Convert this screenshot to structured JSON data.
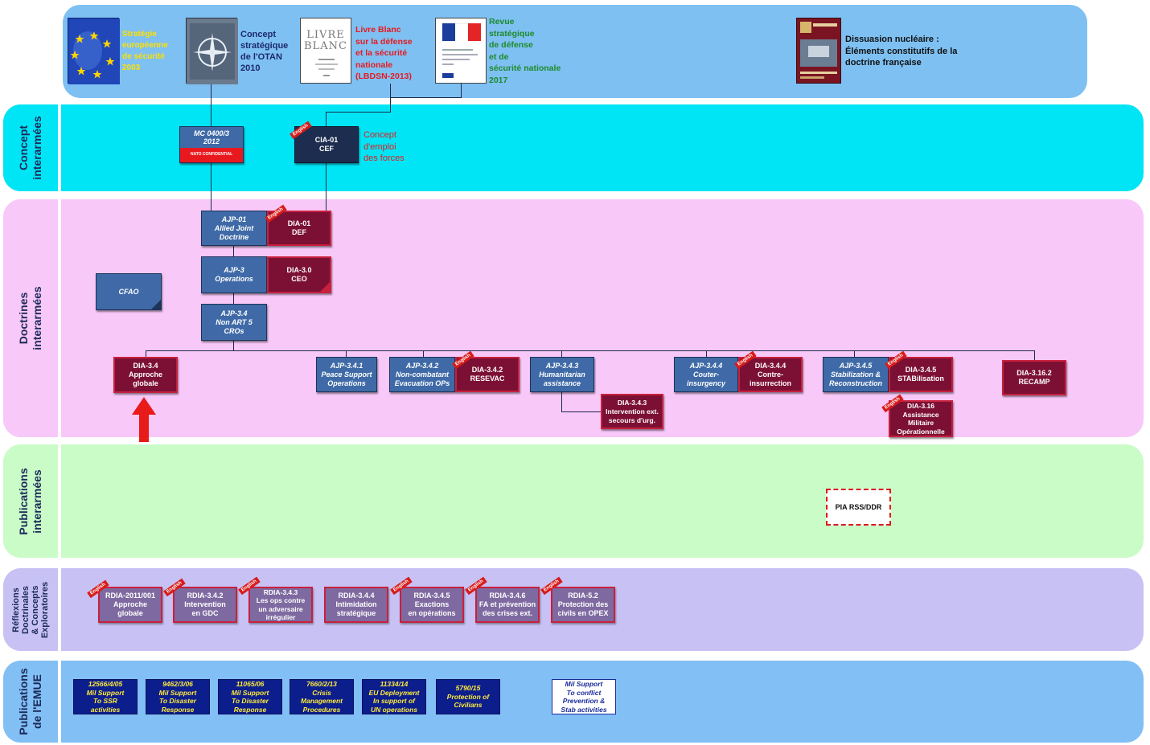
{
  "rows": {
    "concept": [
      "Concept",
      "interarmées"
    ],
    "doctrines": [
      "Doctrines",
      "interarmées"
    ],
    "publications": [
      "Publications",
      "interarmées"
    ],
    "reflexions": [
      "Réflexions",
      "Doctrinales",
      "& Concepts",
      "Exploratoires"
    ],
    "emue": [
      "Publications",
      "de l'EMUE"
    ]
  },
  "top_docs": {
    "eu": {
      "lines": [
        "Stratégie",
        "européenne",
        "de sécurité",
        "2003"
      ]
    },
    "otan": {
      "lines": [
        "Concept",
        "stratégique",
        "de l'OTAN",
        "2010"
      ]
    },
    "livre": {
      "lines": [
        "Livre Blanc",
        "sur la défense",
        "et la sécurité",
        "nationale",
        "(LBDSN-2013)"
      ],
      "cover": [
        "LIVRE",
        "BLANC"
      ]
    },
    "revue": {
      "lines": [
        "Revue",
        "stratégique",
        "de défense",
        "et de",
        "sécurité nationale",
        "2017"
      ]
    },
    "dissuasion": {
      "lines": [
        "Dissuasion nucléaire :",
        "Éléments constitutifs de la",
        "doctrine française"
      ]
    }
  },
  "concept_nodes": {
    "mc": {
      "lines": [
        "MC 0400/3",
        "2012"
      ],
      "sub": "NATO CONFIDENTIAL"
    },
    "cia": {
      "lines": [
        "CIA-01",
        "CEF"
      ],
      "tag": "English"
    },
    "cia_caption": [
      "Concept",
      "d'emploi",
      "des forces"
    ]
  },
  "doctrine_nodes": {
    "ajp01": [
      "AJP-01",
      "Allied Joint",
      "Doctrine"
    ],
    "dia01": {
      "lines": [
        "DIA-01",
        "DEF"
      ],
      "tag": "English"
    },
    "ajp3": [
      "AJP-3",
      "Operations"
    ],
    "dia30": [
      "DIA-3.0",
      "CEO"
    ],
    "cfao": [
      "CFAO"
    ],
    "ajp34": [
      "AJP-3.4",
      "Non ART 5",
      "CROs"
    ],
    "dia34": [
      "DIA-3.4",
      "Approche",
      "globale"
    ],
    "ajp341": [
      "AJP-3.4.1",
      "Peace Support",
      "Operations"
    ],
    "ajp342": [
      "AJP-3.4.2",
      "Non-combatant",
      "Evacuation OPs"
    ],
    "dia342": {
      "lines": [
        "DIA-3.4.2",
        "RESEVAC"
      ],
      "tag": "English"
    },
    "ajp343": [
      "AJP-3.4.3",
      "Humanitarian",
      "assistance"
    ],
    "dia343": [
      "DIA-3.4.3",
      "Intervention ext.",
      "secours d'urg."
    ],
    "ajp344": [
      "AJP-3.4.4",
      "Couter-",
      "insurgency"
    ],
    "dia344": {
      "lines": [
        "DIA-3.4.4",
        "Contre-",
        "insurrection"
      ],
      "tag": "English"
    },
    "ajp345": [
      "AJP-3.4.5",
      "Stabilization &",
      "Reconstruction"
    ],
    "dia345": {
      "lines": [
        "DIA-3.4.5",
        "STABilisation"
      ],
      "tag": "English"
    },
    "dia316": {
      "lines": [
        "DIA-3.16",
        "Assistance",
        "Militaire",
        "Opérationnelle"
      ],
      "tag": "English"
    },
    "dia3162": [
      "DIA-3.16.2",
      "RECAMP"
    ]
  },
  "publication_nodes": {
    "pia": [
      "PIA RSS/DDR"
    ]
  },
  "reflexion_nodes": [
    {
      "lines": [
        "RDIA-2011/001",
        "Approche",
        "globale"
      ],
      "tag": "English"
    },
    {
      "lines": [
        "RDIA-3.4.2",
        "Intervention",
        "en GDC"
      ],
      "tag": "English"
    },
    {
      "lines": [
        "RDIA-3.4.3",
        "Les ops contre",
        "un adversaire",
        "irrégulier"
      ],
      "tag": "English"
    },
    {
      "lines": [
        "RDIA-3.4.4",
        "Intimidation",
        "stratégique"
      ],
      "tag": ""
    },
    {
      "lines": [
        "RDIA-3.4.5",
        "Exactions",
        "en opérations"
      ],
      "tag": "English"
    },
    {
      "lines": [
        "RDIA-3.4.6",
        "FA et prévention",
        "des crises ext."
      ],
      "tag": "English"
    },
    {
      "lines": [
        "RDIA-5.2",
        "Protection des",
        "civils en OPEX"
      ],
      "tag": "English"
    }
  ],
  "emue_nodes": [
    [
      "12566/4/05",
      "Mil Support",
      "To SSR",
      "activities"
    ],
    [
      "9462/3/06",
      "Mil Support",
      "To Disaster",
      "Response"
    ],
    [
      "11065/06",
      "Mil Support",
      "To Disaster",
      "Response"
    ],
    [
      "7660/2/13",
      "Crisis",
      "Management",
      "Procedures"
    ],
    [
      "11334/14",
      "EU Deployment",
      "In support of",
      "UN operations"
    ],
    [
      "5790/15",
      "Protection of",
      "Civilians"
    ],
    [
      "Mil Support",
      "To conflict",
      "Prevention &",
      "Stab activities"
    ]
  ],
  "colors": {
    "top_band": "#7ec0f2",
    "concept_band": "#00e5f5",
    "doctrine_band": "#f8c8f8",
    "publication_band": "#cafcc8",
    "reflexion_band": "#c8c2f4",
    "emue_band": "#82bff4",
    "arrow": "#e81a1a"
  }
}
